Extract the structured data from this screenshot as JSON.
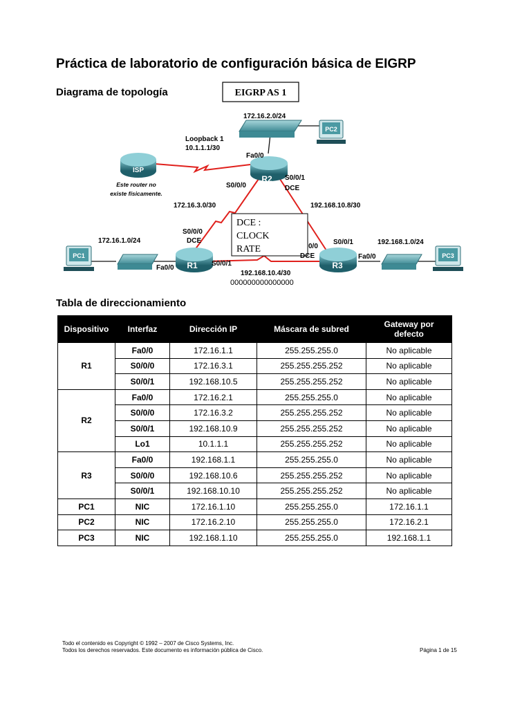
{
  "title": "Práctica de laboratorio de configuración básica de EIGRP",
  "topology": {
    "heading": "Diagrama de topología",
    "as_label": "EIGRP AS 1",
    "devices": {
      "isp": "ISP",
      "r1": "R1",
      "r2": "R2",
      "r3": "R3",
      "pc1": "PC1",
      "pc2": "PC2",
      "pc3": "PC3"
    },
    "isp_note_line1": "Este router no",
    "isp_note_line2": "existe físicamente.",
    "loopback_line1": "Loopback 1",
    "loopback_line2": "10.1.1.1/30",
    "net_pc2": "172.16.2.0/24",
    "net_pc1": "172.16.1.0/24",
    "net_pc3": "192.168.1.0/24",
    "net_r1_r2": "172.16.3.0/30",
    "net_r2_r3": "192.168.10.8/30",
    "net_r1_r3": "192.168.10.4/30",
    "r2_fa00": "Fa0/0",
    "r2_s000": "S0/0/0",
    "r2_s001": "S0/0/1",
    "r2_dce": "DCE",
    "r1_s000": "S0/0/0",
    "r1_dce": "DCE",
    "r1_s001": "S0/0/1",
    "r1_fa00": "Fa0/0",
    "r3_s000": "0/0",
    "r3_dce": "DCE",
    "r3_s001": "S0/0/1",
    "r3_fa00": "Fa0/0",
    "note_line1": "DCE :",
    "note_line2": "CLOCK",
    "note_line3": "RATE",
    "zeros": "000000000000000"
  },
  "table": {
    "heading": "Tabla de direccionamiento",
    "headers": [
      "Dispositivo",
      "Interfaz",
      "Dirección IP",
      "Máscara de subred",
      "Gateway por defecto"
    ],
    "groups": [
      {
        "device": "R1",
        "rows": [
          [
            "Fa0/0",
            "172.16.1.1",
            "255.255.255.0",
            "No aplicable"
          ],
          [
            "S0/0/0",
            "172.16.3.1",
            "255.255.255.252",
            "No aplicable"
          ],
          [
            "S0/0/1",
            "192.168.10.5",
            "255.255.255.252",
            "No aplicable"
          ]
        ]
      },
      {
        "device": "R2",
        "rows": [
          [
            "Fa0/0",
            "172.16.2.1",
            "255.255.255.0",
            "No aplicable"
          ],
          [
            "S0/0/0",
            "172.16.3.2",
            "255.255.255.252",
            "No aplicable"
          ],
          [
            "S0/0/1",
            "192.168.10.9",
            "255.255.255.252",
            "No aplicable"
          ],
          [
            "Lo1",
            "10.1.1.1",
            "255.255.255.252",
            "No aplicable"
          ]
        ]
      },
      {
        "device": "R3",
        "rows": [
          [
            "Fa0/0",
            "192.168.1.1",
            "255.255.255.0",
            "No aplicable"
          ],
          [
            "S0/0/0",
            "192.168.10.6",
            "255.255.255.252",
            "No aplicable"
          ],
          [
            "S0/0/1",
            "192.168.10.10",
            "255.255.255.252",
            "No aplicable"
          ]
        ]
      },
      {
        "device": "PC1",
        "rows": [
          [
            "NIC",
            "172.16.1.10",
            "255.255.255.0",
            "172.16.1.1"
          ]
        ]
      },
      {
        "device": "PC2",
        "rows": [
          [
            "NIC",
            "172.16.2.10",
            "255.255.255.0",
            "172.16.2.1"
          ]
        ]
      },
      {
        "device": "PC3",
        "rows": [
          [
            "NIC",
            "192.168.1.10",
            "255.255.255.0",
            "192.168.1.1"
          ]
        ]
      }
    ]
  },
  "footer": {
    "line1": "Todo el contenido es Copyright © 1992 – 2007 de Cisco Systems, Inc.",
    "line2": "Todos los derechos reservados. Este documento es información pública de Cisco.",
    "page": "Página 1 de 15"
  },
  "colors": {
    "serial_link": "#e0201c",
    "router": "#2f7f8a",
    "switch": "#4b9aa3",
    "table_header_bg": "#000000"
  }
}
